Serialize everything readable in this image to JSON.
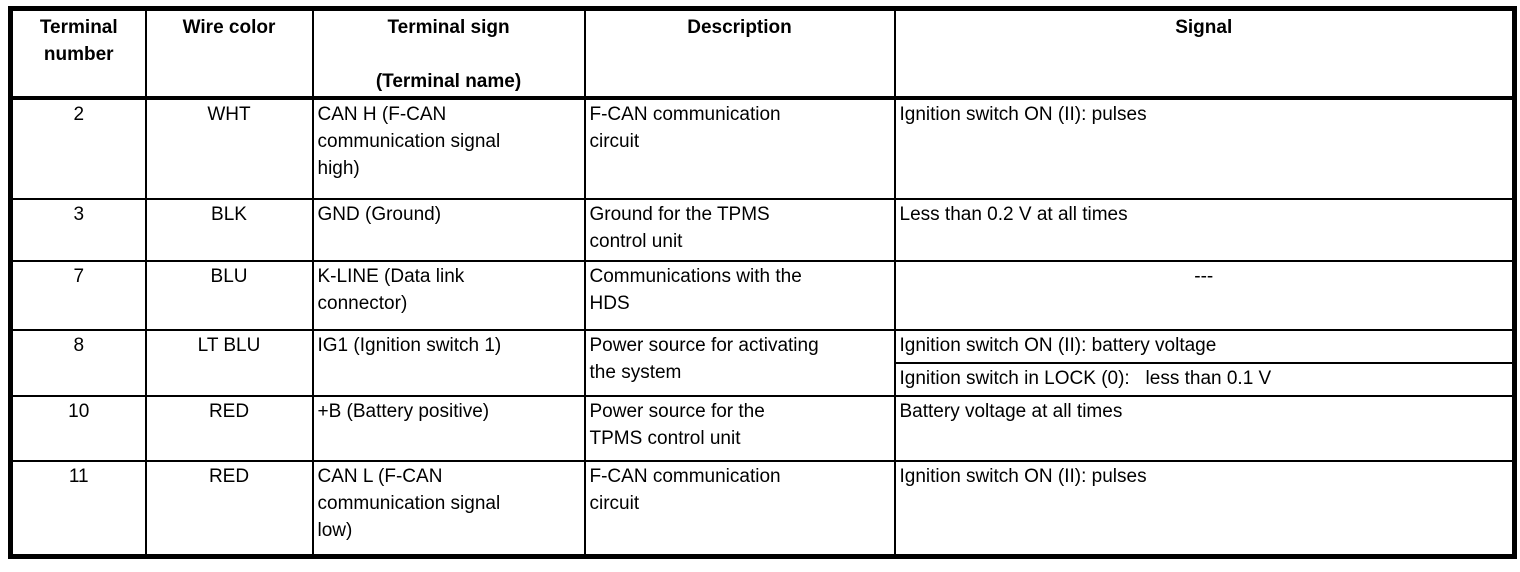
{
  "table": {
    "title_semantic": "TPMS control unit connector terminal table",
    "colors": {
      "border": "#000000",
      "text": "#000000",
      "background": "#ffffff"
    },
    "columns": [
      {
        "label": "Terminal\nnumber"
      },
      {
        "label": "Wire color"
      },
      {
        "label": "Terminal sign\n\n(Terminal name)"
      },
      {
        "label": "Description"
      },
      {
        "label": "Signal"
      }
    ],
    "rows": [
      {
        "terminal_number": "2",
        "wire_color": "WHT",
        "terminal_sign": "CAN H (F-CAN\ncommunication signal\nhigh)",
        "description": "F-CAN communication\ncircuit",
        "signal": "Ignition switch ON (II): pulses"
      },
      {
        "terminal_number": "3",
        "wire_color": "BLK",
        "terminal_sign": "GND (Ground)",
        "description": "Ground for the TPMS\ncontrol unit",
        "signal": "Less than 0.2 V at all times"
      },
      {
        "terminal_number": "7",
        "wire_color": "BLU",
        "terminal_sign": "K-LINE (Data link\nconnector)",
        "description": "Communications with the\nHDS",
        "signal": "---"
      },
      {
        "terminal_number": "8",
        "wire_color": "LT BLU",
        "terminal_sign": "IG1 (Ignition switch 1)",
        "description": "Power source for activating\nthe system",
        "signals": [
          "Ignition switch ON (II): battery voltage",
          "Ignition switch in LOCK (0):   less than 0.1 V"
        ]
      },
      {
        "terminal_number": "10",
        "wire_color": "RED",
        "terminal_sign": "+B (Battery positive)",
        "description": "Power source for the\nTPMS control unit",
        "signal": "Battery voltage at all times"
      },
      {
        "terminal_number": "11",
        "wire_color": "RED",
        "terminal_sign": "CAN L (F-CAN\ncommunication signal\nlow)",
        "description": "F-CAN communication\ncircuit",
        "signal": "Ignition switch ON (II): pulses"
      }
    ]
  }
}
